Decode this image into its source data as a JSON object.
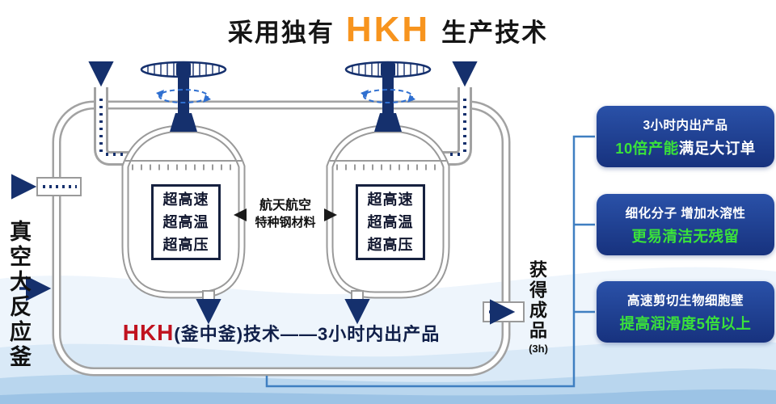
{
  "title": {
    "prefix": "采用独有",
    "brand": "HKH",
    "suffix": "生产技术"
  },
  "reactor": {
    "left_label": "真空大反应釜",
    "spec_lines": [
      "超高速",
      "超高温",
      "超高压"
    ],
    "material_line1": "航天航空",
    "material_line2": "特种钢材料",
    "process_brand": "HKH",
    "process_rest": "(釜中釜)技术——3小时内出产品",
    "output_label": "获得成品",
    "output_time": "(3h)"
  },
  "benefits": [
    {
      "line1": "3小时内出产品",
      "line2": [
        {
          "text": "10倍产能",
          "highlight": true
        },
        {
          "text": "满足大订单",
          "highlight": false
        }
      ]
    },
    {
      "line1": "细化分子 增加水溶性",
      "line2": [
        {
          "text": "更易清洁无残留",
          "highlight": true
        }
      ]
    },
    {
      "line1": "高速剪切生物细胞壁",
      "line2": [
        {
          "text": "提高润滑度5倍以上",
          "highlight": true
        }
      ]
    }
  ],
  "icons": {
    "flow_arrows": "down-and-right-flow-arrows",
    "valve": "handwheel-valve-icon",
    "rotation": "rotation-dashed-ellipse"
  },
  "colors": {
    "brand_orange": "#f7941e",
    "process_red": "#c0121f",
    "benefit_bg_top": "#2a51a8",
    "benefit_bg_bottom": "#17327e",
    "highlight_green": "#3ae23a",
    "pipe_gray": "#9a9a9a",
    "arrow_navy": "#15306d",
    "connector_blue": "#3f7fc1",
    "wave_light": "#d9e9f7",
    "wave_deep": "#9cc3e5"
  }
}
